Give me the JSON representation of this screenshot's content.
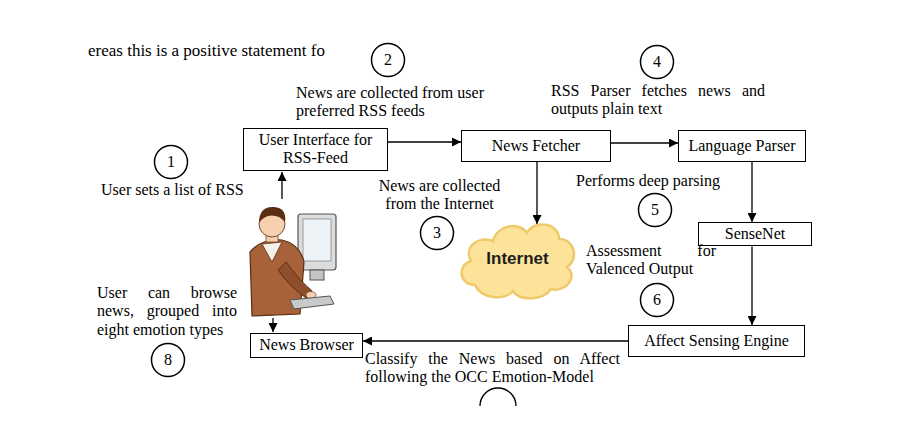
{
  "diagram": {
    "nodes": [
      {
        "text": [
          "2"
        ]
      },
      {
        "text": [
          "4"
        ]
      },
      {
        "text": [
          "User Interface for RSS-Feed"
        ]
      },
      {
        "text": [
          "News Fetcher"
        ]
      },
      {
        "text": [
          "Language Parser"
        ]
      },
      {
        "text": [
          "1"
        ]
      },
      {
        "text": [
          "5"
        ]
      },
      {
        "text": [
          "SenseNet"
        ]
      },
      {
        "text": [
          "3"
        ]
      },
      {
        "text": [
          "Internet"
        ]
      },
      {
        "text": [
          "6"
        ]
      },
      {
        "text": [
          "News Browser"
        ]
      },
      {
        "text": [
          "Affect Sensing Engine"
        ]
      },
      {
        "text": [
          "8"
        ]
      }
    ],
    "edges": [
      {
        "from": 2,
        "to": 3,
        "arrow": "to"
      },
      {
        "from": 3,
        "to": 4,
        "arrow": "to"
      },
      {
        "from": 3,
        "to": 9,
        "arrow": "to"
      },
      {
        "from": 4,
        "to": 7,
        "arrow": "to"
      },
      {
        "from": 7,
        "to": 12,
        "arrow": "to"
      },
      {
        "from": 12,
        "to": 11,
        "arrow": "to"
      }
    ],
    "labels": [
      "ereas this is a positive statement fo",
      "News are collected from user preferred RSS feeds",
      "RSS Parser fetches news and outputs plain text",
      "User sets a list of RSS",
      "News are collected from the Internet",
      "Performs deep parsing",
      "Assessment for Valenced Output",
      "User can browse news, grouped into eight emotion types",
      "Classify the News based on Affect following the OCC Emotion-Model"
    ]
  }
}
